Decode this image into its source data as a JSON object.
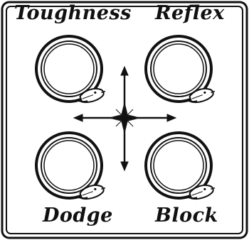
{
  "stats": {
    "toughness": {
      "label": "Toughness",
      "value": ""
    },
    "reflex": {
      "label": "Reflex",
      "value": ""
    },
    "dodge": {
      "label": "Dodge",
      "value": ""
    },
    "block": {
      "label": "Block",
      "value": ""
    }
  },
  "icons": {
    "ring": "ouroboros-serpent-ring-icon",
    "center": "compass-rose-icon"
  },
  "colors": {
    "ink": "#111111",
    "paper": "#ffffff"
  }
}
